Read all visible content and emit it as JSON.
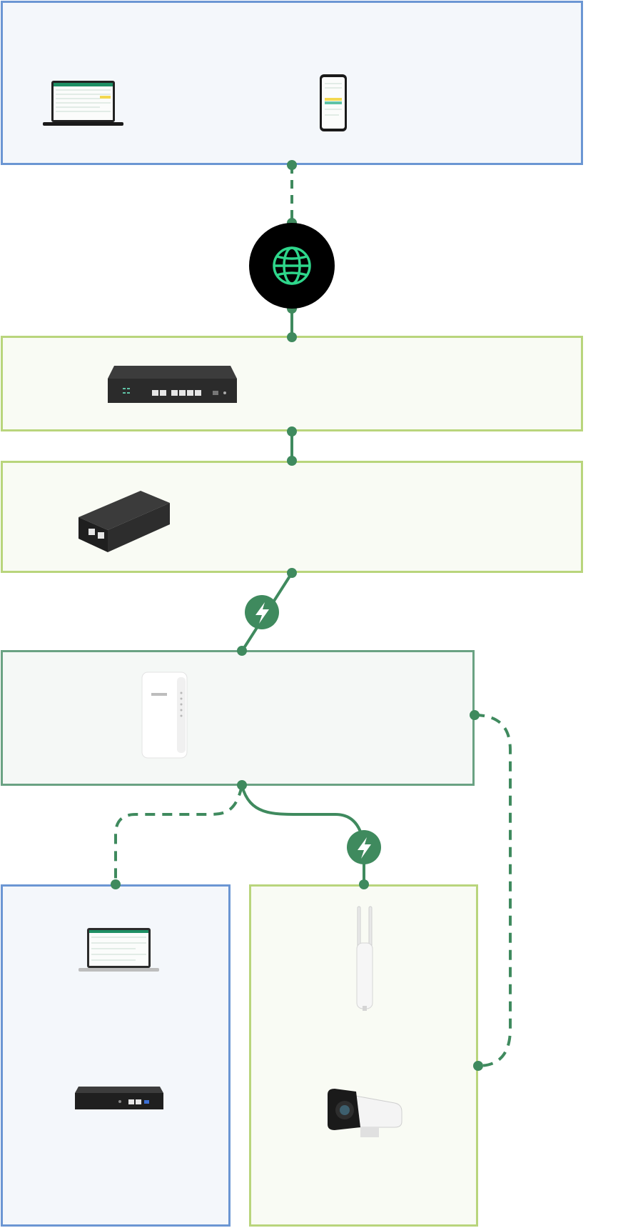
{
  "diagram": {
    "colors": {
      "cloud_border": "#6b96d3",
      "device_border": "#b9d57c",
      "switch_border": "#6aa283",
      "connector": "#3f8a5e",
      "globe_accent": "#2ed68b",
      "globe_bg": "#000000"
    },
    "icons": {
      "internet": "globe-icon",
      "power": "lightning-icon"
    },
    "zones": [
      {
        "id": "cloud-management",
        "devices": [
          "laptop",
          "smartphone"
        ]
      },
      {
        "id": "gateway",
        "devices": [
          "router-gateway"
        ]
      },
      {
        "id": "power-injector",
        "devices": [
          "poe-injector"
        ]
      },
      {
        "id": "access-point",
        "devices": [
          "wall-mount-access-point"
        ]
      },
      {
        "id": "local-controller",
        "devices": [
          "laptop",
          "hardware-controller"
        ]
      },
      {
        "id": "powered-devices",
        "devices": [
          "outdoor-access-point",
          "ip-camera"
        ]
      }
    ]
  }
}
